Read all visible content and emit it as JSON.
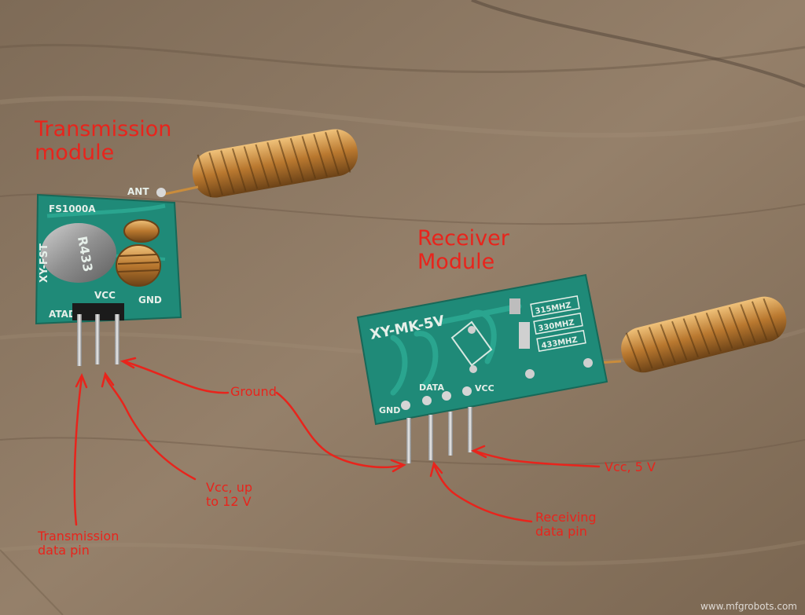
{
  "labels": {
    "transmission_module": [
      "Transmission",
      "module"
    ],
    "receiver_module": [
      "Receiver",
      "Module"
    ],
    "ground": "Ground",
    "vcc_tx": [
      "Vcc, up",
      "to 12 V"
    ],
    "vcc_rx": "Vcc, 5 V",
    "tx_data_pin": [
      "Transmission",
      "data pin"
    ],
    "rx_data_pin": [
      "Receiving",
      "data pin"
    ]
  },
  "tx_board": {
    "model": "FS1000A",
    "ant": "ANT",
    "crystal": "R433",
    "xy": "XY-FST",
    "vcc": "VCC",
    "gnd": "GND",
    "atad": "ATAD"
  },
  "rx_board": {
    "model": "XY-MK-5V",
    "freqs": [
      "315MHZ",
      "330MHZ",
      "433MHZ"
    ],
    "gnd": "GND",
    "data": "DATA",
    "vcc": "VCC"
  },
  "watermark": "www.mfgrobots.com",
  "colors": {
    "annotation": "#e8241c",
    "pcb": "#1f8a78",
    "copper_coil": "#c98c3c",
    "wood": "#8d7760"
  }
}
